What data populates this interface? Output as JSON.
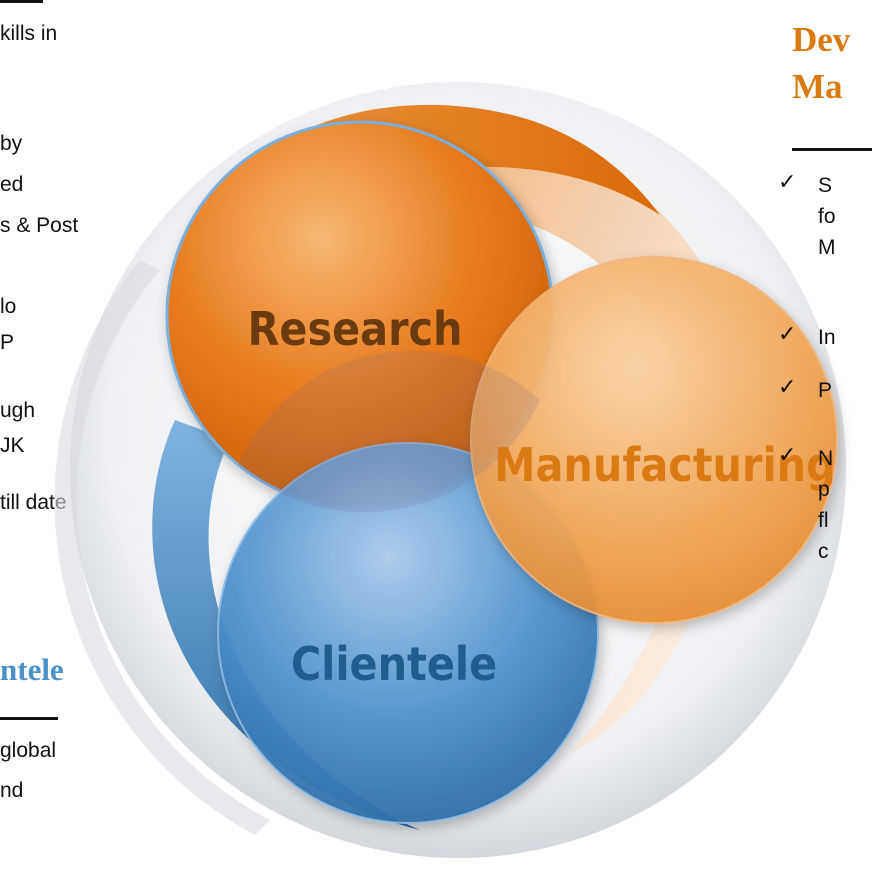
{
  "left_column": {
    "lines": [
      "kills in",
      "by",
      "ed",
      "s & Post",
      "lo",
      "P",
      "ugh",
      "JK",
      " till date"
    ],
    "heading": "ntele",
    "bottom_lines": [
      "global",
      "nd"
    ]
  },
  "right_column": {
    "heading_lines": [
      "Dev",
      "Ma"
    ],
    "bullets": [
      {
        "check": "✓",
        "lines": [
          "S",
          "fo",
          "M"
        ]
      },
      {
        "check": "✓",
        "lines": [
          "In"
        ]
      },
      {
        "check": "✓",
        "lines": [
          "P"
        ]
      },
      {
        "check": "✓",
        "lines": [
          "N",
          "p",
          "fl",
          "c"
        ]
      }
    ]
  },
  "diagram": {
    "circles": [
      {
        "id": "research",
        "label": "Research",
        "color": "#e7781a",
        "label_color": "#6b3a0e"
      },
      {
        "id": "manufacturing",
        "label": "Manufacturing",
        "color": "#f2a24a",
        "label_color": "#d97b12"
      },
      {
        "id": "clientele",
        "label": "Clientele",
        "color": "#4a8fcc",
        "label_color": "#1f5c8f"
      }
    ]
  },
  "colors": {
    "orange_dark": "#e06f10",
    "orange_light": "#f5b060",
    "peach_swirl": "#f7dcc4",
    "blue": "#3f88c8",
    "ring_gray": "#c9ccd1"
  }
}
